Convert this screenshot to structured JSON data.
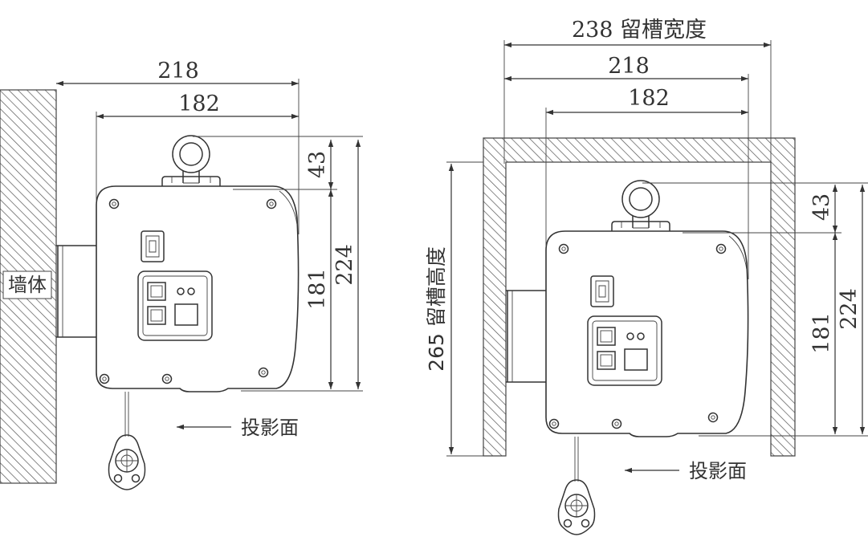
{
  "left_view": {
    "dim_total_width": "218",
    "dim_body_width": "182",
    "dim_ring_height": "43",
    "dim_body_height": "181",
    "dim_total_height": "224",
    "wall_label": "墙体",
    "projection_label": "投影面"
  },
  "right_view": {
    "dim_slot_width": "238 留槽宽度",
    "dim_total_width": "218",
    "dim_body_width": "182",
    "dim_slot_height": "265 留槽高度",
    "dim_ring_height": "43",
    "dim_body_height": "181",
    "dim_total_height": "224",
    "projection_label": "投影面"
  },
  "colors": {
    "line": "#333333",
    "hatch": "#555555",
    "background": "#ffffff"
  }
}
